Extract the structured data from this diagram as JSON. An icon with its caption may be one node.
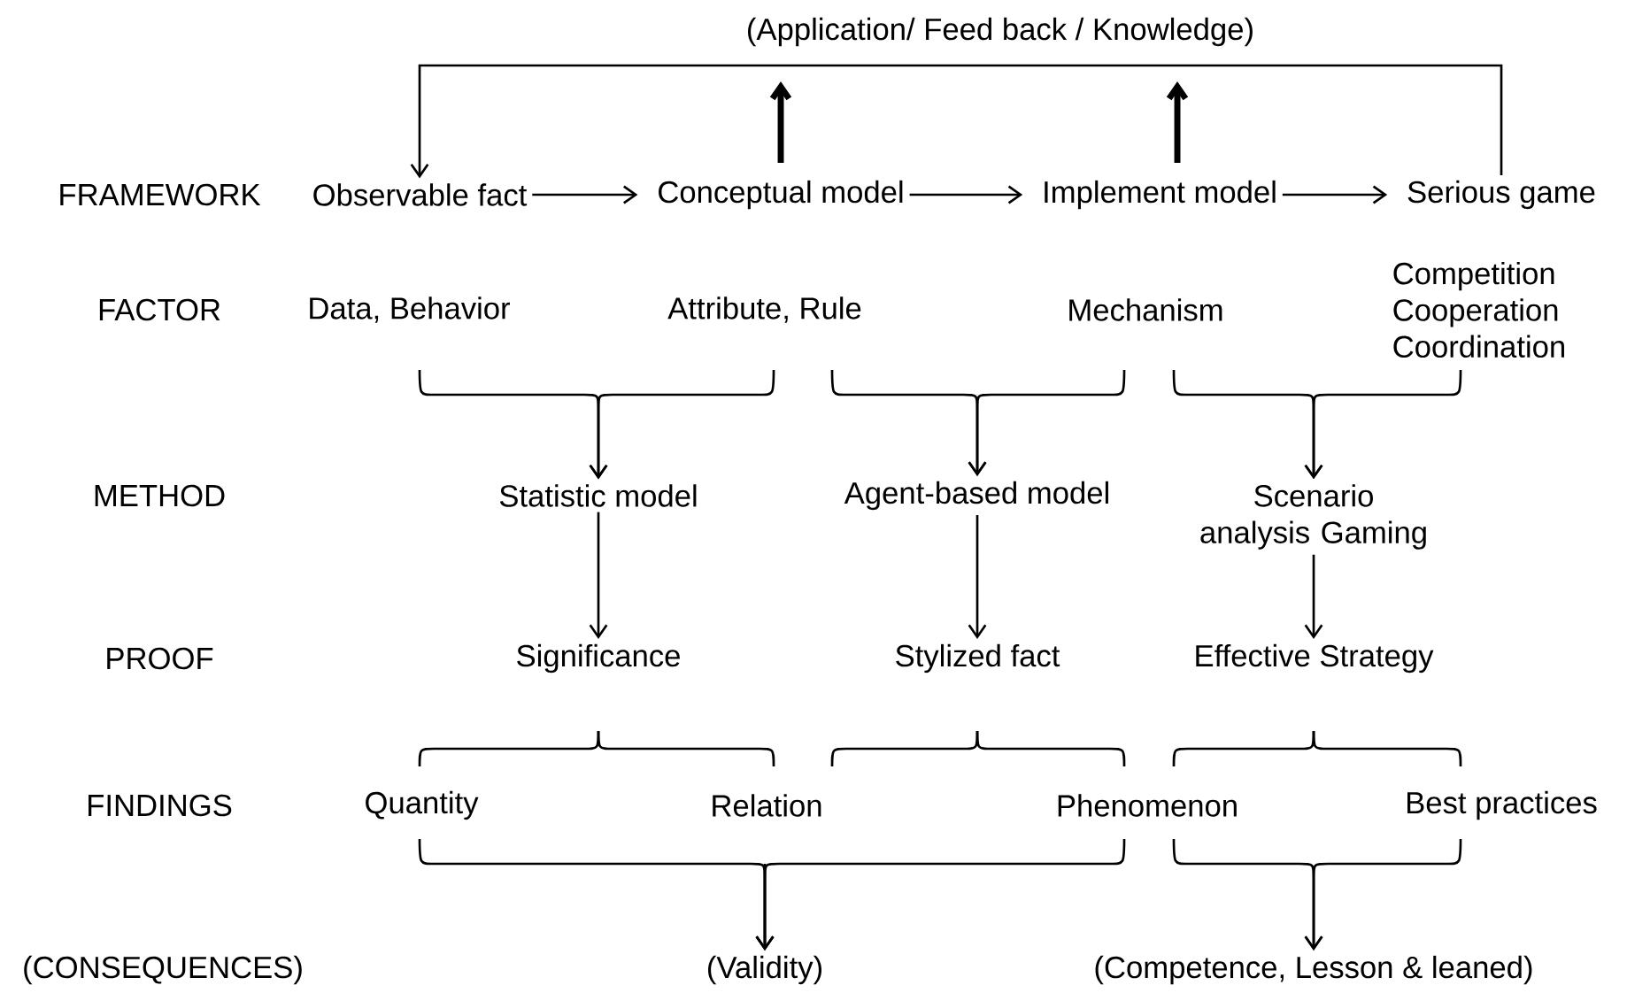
{
  "diagram": {
    "nodes": [
      {
        "text": [
          "Observable fact"
        ]
      },
      {
        "text": [
          "Conceptual model"
        ]
      },
      {
        "text": [
          "Implement model"
        ]
      },
      {
        "text": [
          "Serious game"
        ]
      },
      {
        "text": [
          "Data, Behavior"
        ]
      },
      {
        "text": [
          "Attribute, Rule"
        ]
      },
      {
        "text": [
          "Mechanism"
        ]
      },
      {
        "text": [
          "Competition Cooperation Coordination"
        ]
      },
      {
        "text": [
          "Statistic model"
        ]
      },
      {
        "text": [
          "Agent-based model"
        ]
      },
      {
        "text": [
          "Scenario analysis Gaming"
        ]
      },
      {
        "text": [
          "Significance"
        ]
      },
      {
        "text": [
          "Stylized fact"
        ]
      },
      {
        "text": [
          "Effective Strategy"
        ]
      },
      {
        "text": [
          "Quantity"
        ]
      },
      {
        "text": [
          "Relation"
        ]
      },
      {
        "text": [
          "Phenomenon"
        ]
      },
      {
        "text": [
          "Best practices"
        ]
      },
      {
        "text": [
          "(Validity)"
        ]
      },
      {
        "text": [
          "(Competence, Lesson & leaned)"
        ]
      }
    ],
    "edges": [
      {
        "from": 0,
        "to": 1,
        "arrow": "to"
      },
      {
        "from": 1,
        "to": 2,
        "arrow": "to"
      },
      {
        "from": 2,
        "to": 3,
        "arrow": "to"
      },
      {
        "from": 3,
        "to": 0,
        "arrow": "to",
        "label": "(Application/ Feed back / Knowledge)"
      },
      {
        "from": 1,
        "to": null,
        "arrow": "to",
        "style": "thick"
      },
      {
        "from": 2,
        "to": null,
        "arrow": "to",
        "style": "thick"
      },
      {
        "from": 4,
        "to": 8,
        "arrow": "to"
      },
      {
        "from": 5,
        "to": 8,
        "arrow": "to"
      },
      {
        "from": 5,
        "to": 9,
        "arrow": "to"
      },
      {
        "from": 6,
        "to": 9,
        "arrow": "to"
      },
      {
        "from": 6,
        "to": 10,
        "arrow": "to"
      },
      {
        "from": 7,
        "to": 10,
        "arrow": "to"
      },
      {
        "from": 8,
        "to": 11,
        "arrow": "to"
      },
      {
        "from": 9,
        "to": 12,
        "arrow": "to"
      },
      {
        "from": 10,
        "to": 13,
        "arrow": "to"
      },
      {
        "from": 11,
        "to": 14,
        "arrow": "none"
      },
      {
        "from": 11,
        "to": 15,
        "arrow": "none"
      },
      {
        "from": 12,
        "to": 15,
        "arrow": "none"
      },
      {
        "from": 12,
        "to": 16,
        "arrow": "none"
      },
      {
        "from": 13,
        "to": 16,
        "arrow": "none"
      },
      {
        "from": 13,
        "to": 17,
        "arrow": "none"
      },
      {
        "from": 14,
        "to": 18,
        "arrow": "to"
      },
      {
        "from": 15,
        "to": 18,
        "arrow": "to"
      },
      {
        "from": 16,
        "to": 18,
        "arrow": "to"
      },
      {
        "from": 16,
        "to": 19,
        "arrow": "to"
      },
      {
        "from": 17,
        "to": 19,
        "arrow": "to"
      }
    ],
    "labels": [
      "FRAMEWORK",
      "FACTOR",
      "METHOD",
      "PROOF",
      "FINDINGS",
      "(CONSEQUENCES)"
    ]
  }
}
